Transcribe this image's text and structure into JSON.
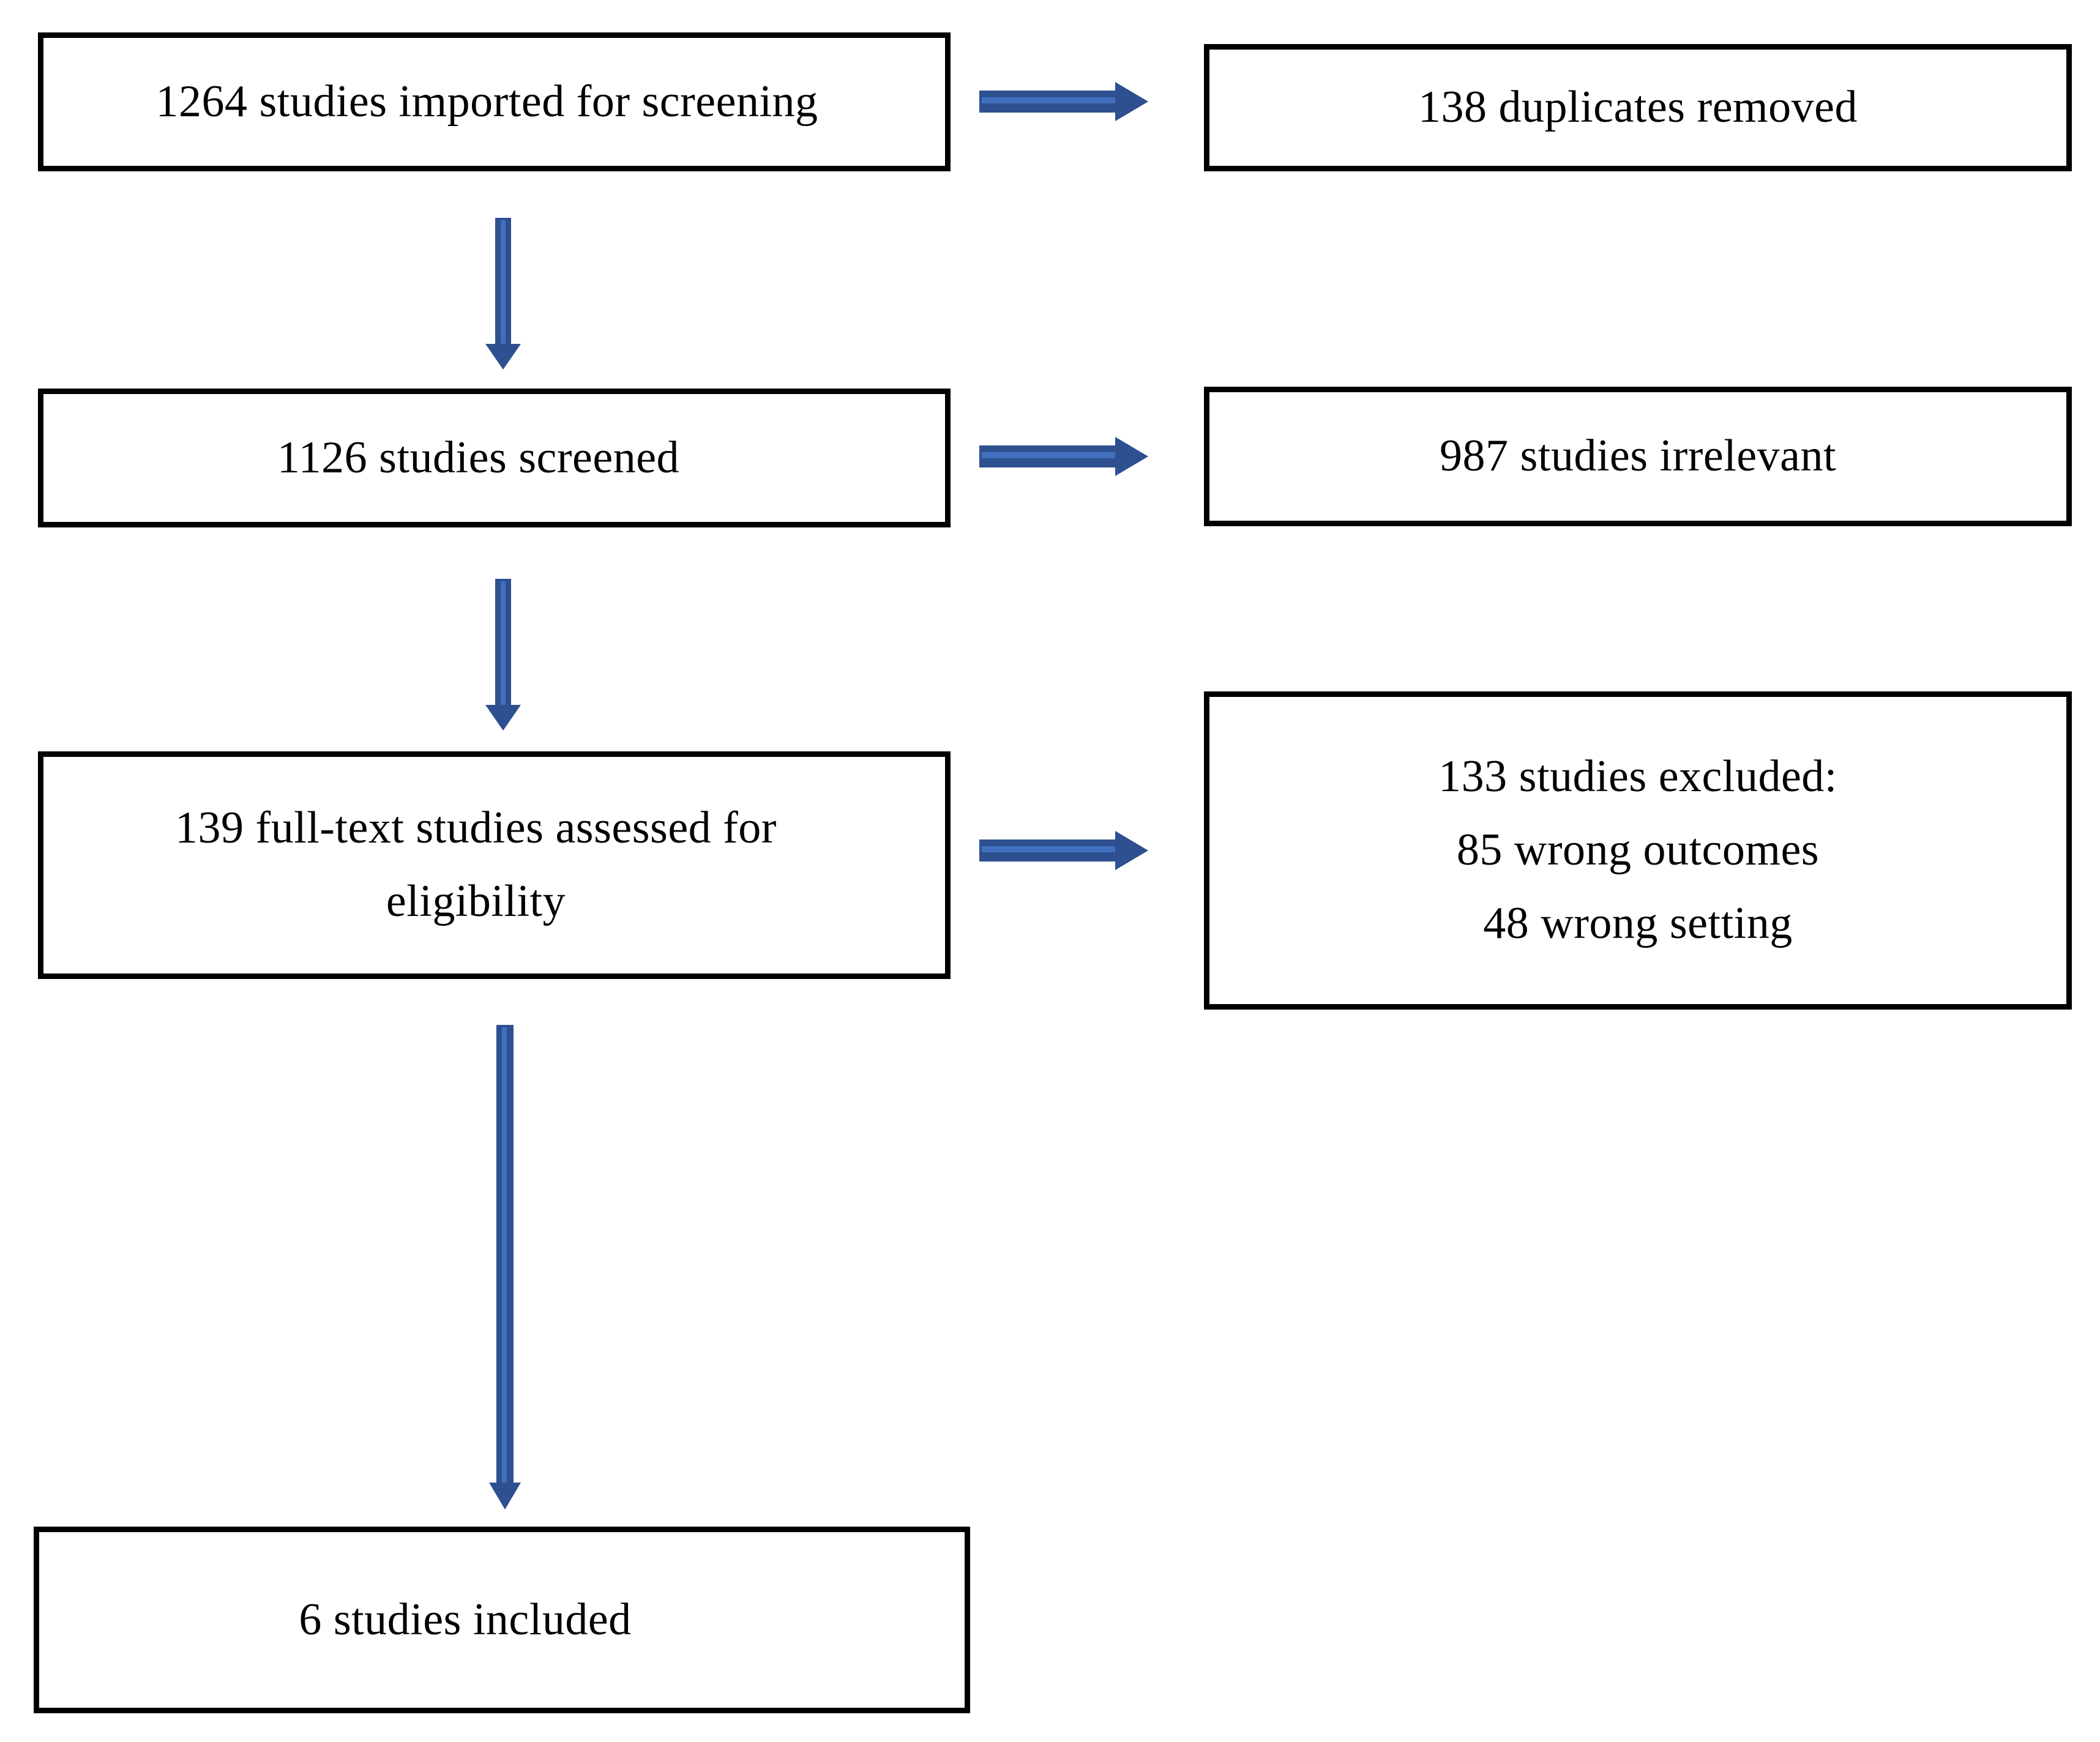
{
  "diagram": {
    "type": "prisma-flow-diagram",
    "accent_color": "#2e5090",
    "accent_highlight_color": "#4170bf",
    "box_border_color": "#000000",
    "background_color": "#ffffff",
    "text_color": "#000000"
  },
  "boxes": {
    "imported": {
      "lines": [
        "1264 studies imported for screening"
      ],
      "count": "1264"
    },
    "duplicates_removed": {
      "lines": [
        "138 duplicates removed"
      ],
      "count": "138"
    },
    "screened": {
      "lines": [
        "1126 studies screened"
      ],
      "count": "1126"
    },
    "irrelevant": {
      "lines": [
        "987 studies irrelevant"
      ],
      "count": "987"
    },
    "fulltext": {
      "lines": [
        "139 full-text studies assessed for",
        "eligibility"
      ],
      "count": "139"
    },
    "excluded": {
      "lines": [
        "133 studies excluded:",
        "85 wrong outcomes",
        "48 wrong setting"
      ],
      "count": "133"
    },
    "included": {
      "lines": [
        "6 studies included"
      ],
      "count": "6"
    }
  },
  "arrows": [
    {
      "name": "imported-to-duplicates",
      "direction": "right"
    },
    {
      "name": "imported-to-screened",
      "direction": "down"
    },
    {
      "name": "screened-to-irrelevant",
      "direction": "right"
    },
    {
      "name": "screened-to-fulltext",
      "direction": "down"
    },
    {
      "name": "fulltext-to-excluded",
      "direction": "right"
    },
    {
      "name": "fulltext-to-included",
      "direction": "down"
    }
  ]
}
